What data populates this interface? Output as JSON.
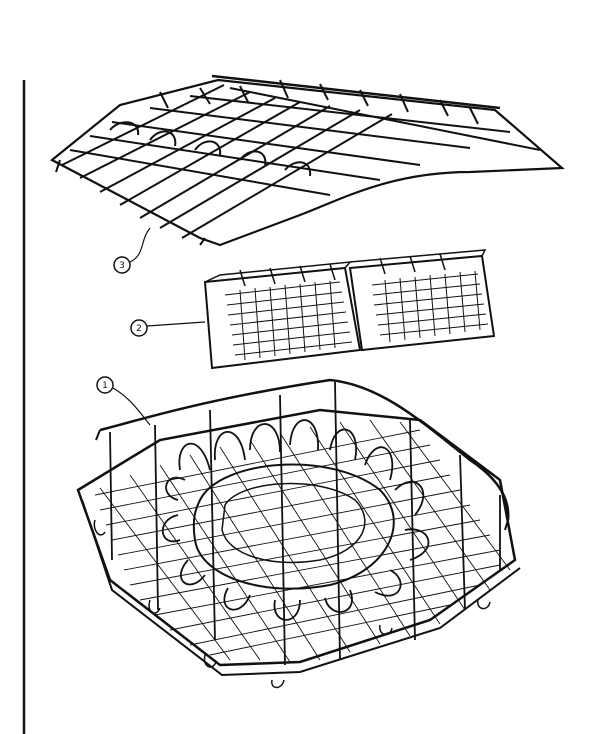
{
  "callouts": [
    {
      "id": "1",
      "label": "1"
    },
    {
      "id": "2",
      "label": "2"
    },
    {
      "id": "3",
      "label": "3"
    }
  ],
  "colors": {
    "ink": "#111111",
    "paper": "#ffffff"
  }
}
